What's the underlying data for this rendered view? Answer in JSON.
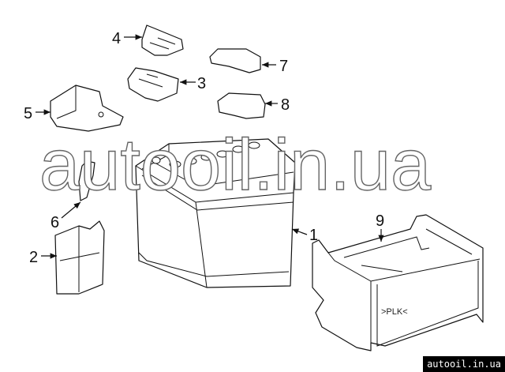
{
  "diagram": {
    "callouts": [
      "1",
      "2",
      "3",
      "4",
      "5",
      "6",
      "7",
      "8",
      "9"
    ],
    "tray_marking": ">PLK<",
    "watermark": "autooil.in.ua",
    "badge": "autooil.in.ua"
  }
}
